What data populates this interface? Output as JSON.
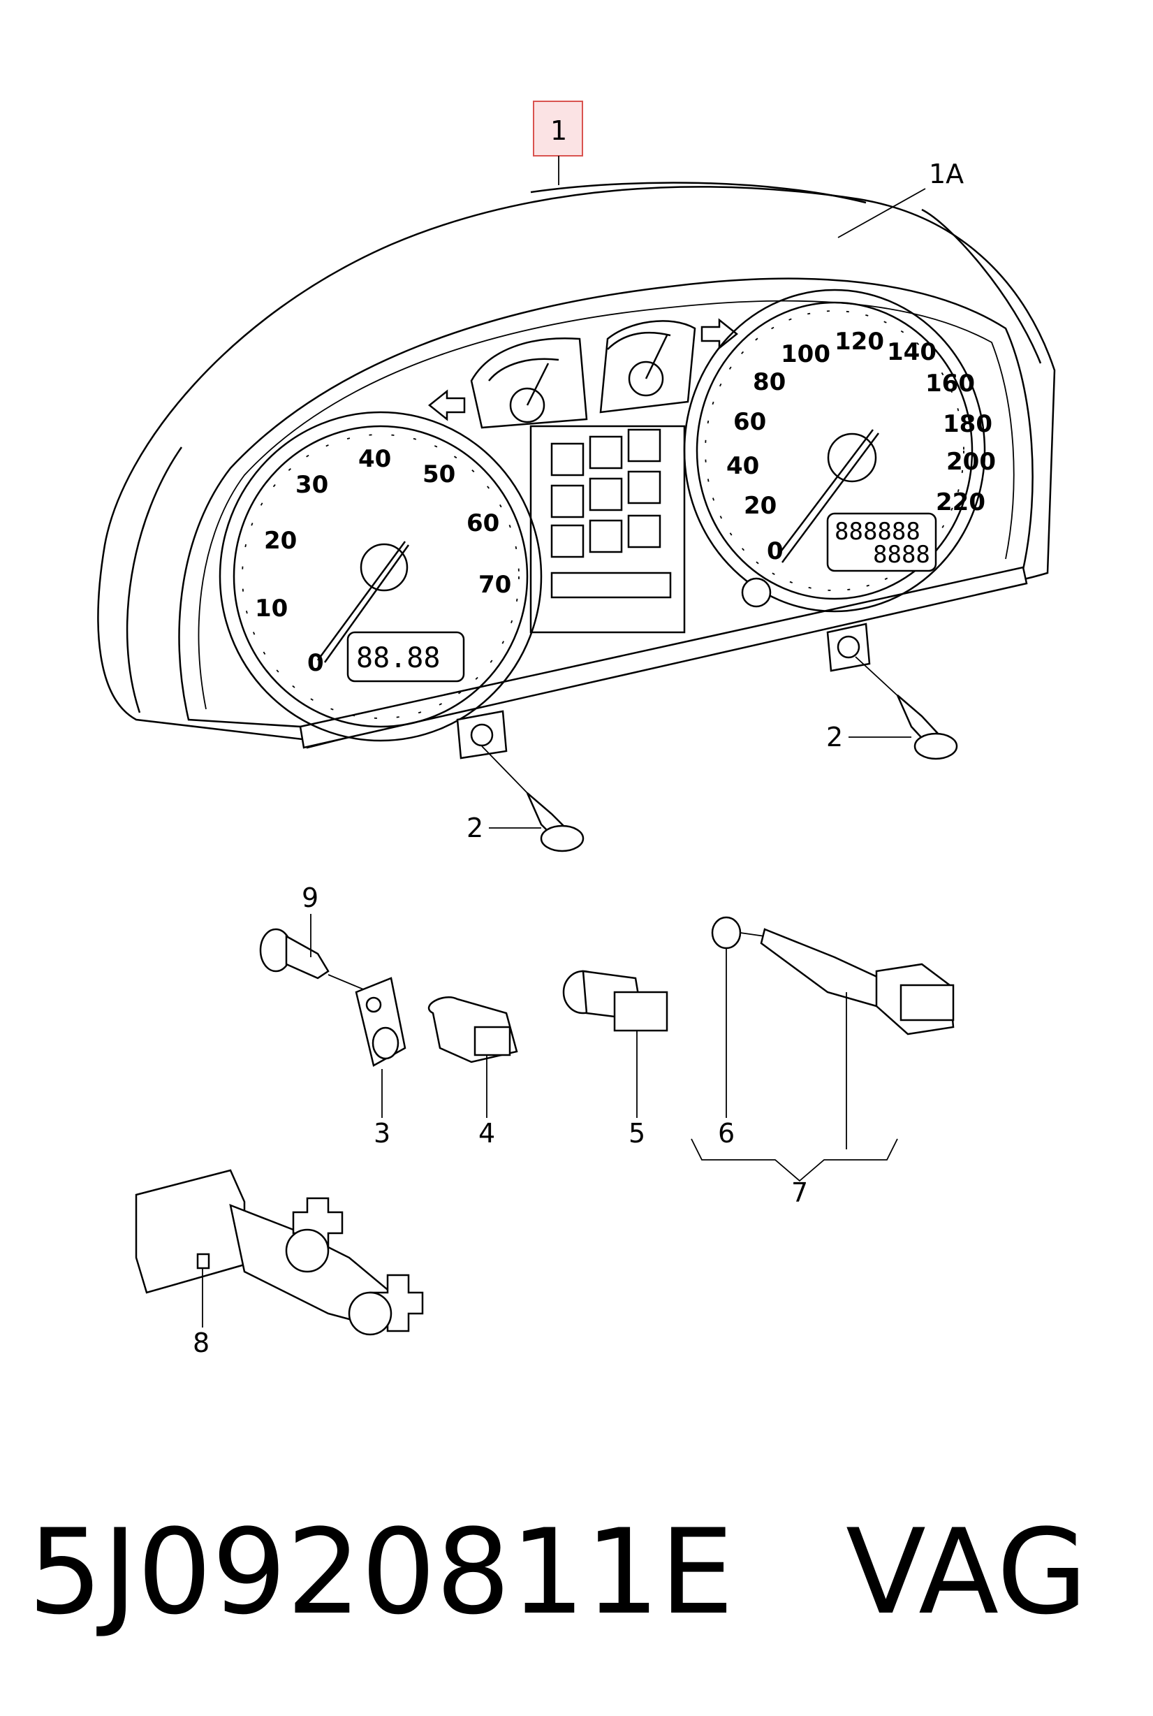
{
  "callouts": {
    "c1": "1",
    "c1a": "1A",
    "c2a": "2",
    "c2b": "2",
    "c3": "3",
    "c4": "4",
    "c5": "5",
    "c6": "6",
    "c7": "7",
    "c8": "8",
    "c9": "9"
  },
  "rpm_gauge": {
    "ticks": [
      "0",
      "10",
      "20",
      "30",
      "40",
      "50",
      "60",
      "70"
    ],
    "lcd": "88.88"
  },
  "speed_gauge": {
    "ticks": [
      "0",
      "20",
      "40",
      "60",
      "80",
      "100",
      "120",
      "140",
      "160",
      "180",
      "200",
      "220"
    ],
    "lcd_line1": "888888",
    "lcd_line2": "8888"
  },
  "footer": {
    "part_number": "5J0920811E",
    "brand": "VAG"
  },
  "colors": {
    "highlight_border": "#d9534f",
    "highlight_fill": "#fbe3e4",
    "ink": "#000000"
  }
}
